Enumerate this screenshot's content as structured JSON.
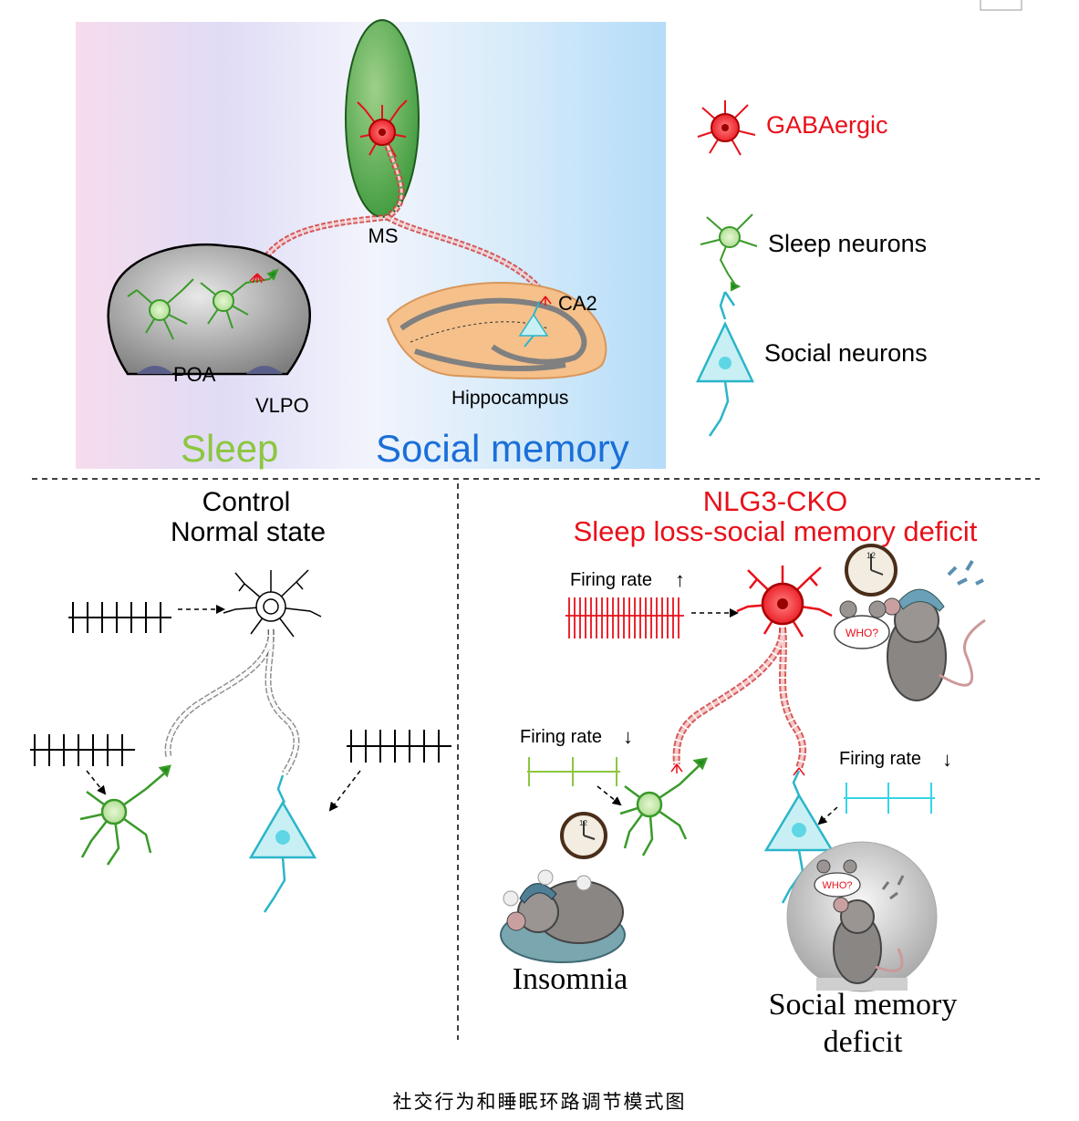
{
  "top_panel": {
    "region_labels": {
      "ms": "MS",
      "poa": "POA",
      "vlpo": "VLPO",
      "ca2": "CA2",
      "hippocampus": "Hippocampus"
    },
    "zone_labels": {
      "sleep": "Sleep",
      "social_memory": "Social memory"
    },
    "colors": {
      "sleep": "#8cc63f",
      "social": "#1a6fd8",
      "gaba": "#e8101a"
    }
  },
  "legend": {
    "gabaergic": "GABAergic",
    "sleep_neurons": "Sleep neurons",
    "social_neurons": "Social neurons"
  },
  "control_panel": {
    "title_line1": "Control",
    "title_line2": "Normal state"
  },
  "cko_panel": {
    "title_line1": "NLG3-CKO",
    "title_line2": "Sleep loss-social memory deficit",
    "firing_rate_gaba": "Firing rate",
    "firing_rate_sleep": "Firing rate",
    "firing_rate_social": "Firing rate",
    "arrow_up": "↑",
    "arrow_down": "↓",
    "who_label": "WHO?",
    "insomnia_label": "Insomnia",
    "social_deficit_line1": "Social memory",
    "social_deficit_line2": "deficit"
  },
  "caption": "社交行为和睡眠环路调节模式图"
}
